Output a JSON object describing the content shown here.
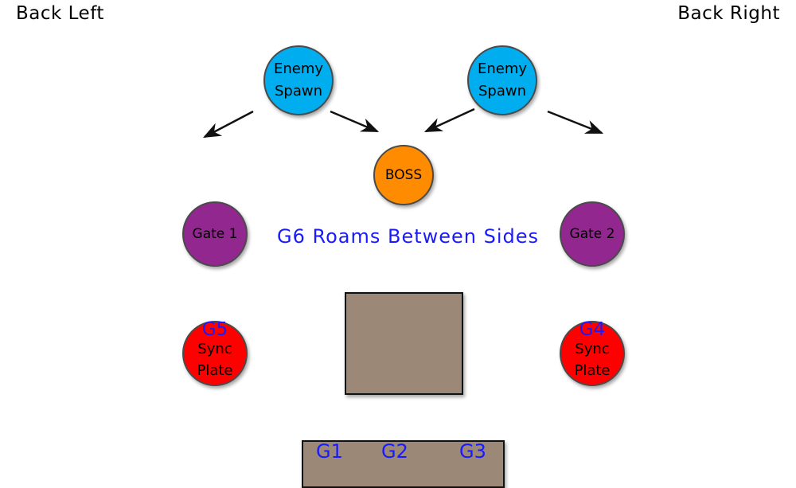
{
  "corners": {
    "back_left": "Back Left",
    "back_right": "Back Right"
  },
  "spawns": [
    {
      "line1": "Enemy",
      "line2": "Spawn"
    },
    {
      "line1": "Enemy",
      "line2": "Spawn"
    }
  ],
  "boss": {
    "label": "BOSS"
  },
  "gates": [
    {
      "label": "Gate 1"
    },
    {
      "label": "Gate 2"
    }
  ],
  "caption": "G6 Roams Between Sides",
  "plates": [
    {
      "tag": "G5",
      "line1": "Sync",
      "line2": "Plate"
    },
    {
      "tag": "G4",
      "line1": "Sync",
      "line2": "Plate"
    }
  ],
  "bottom_groups": [
    "G1",
    "G2",
    "G3"
  ],
  "colors": {
    "spawn": "#00aeef",
    "boss": "#ff8c00",
    "gate": "#92278f",
    "plate": "#ff0000",
    "block": "#9b8877",
    "label_blue": "#1a1aff"
  }
}
